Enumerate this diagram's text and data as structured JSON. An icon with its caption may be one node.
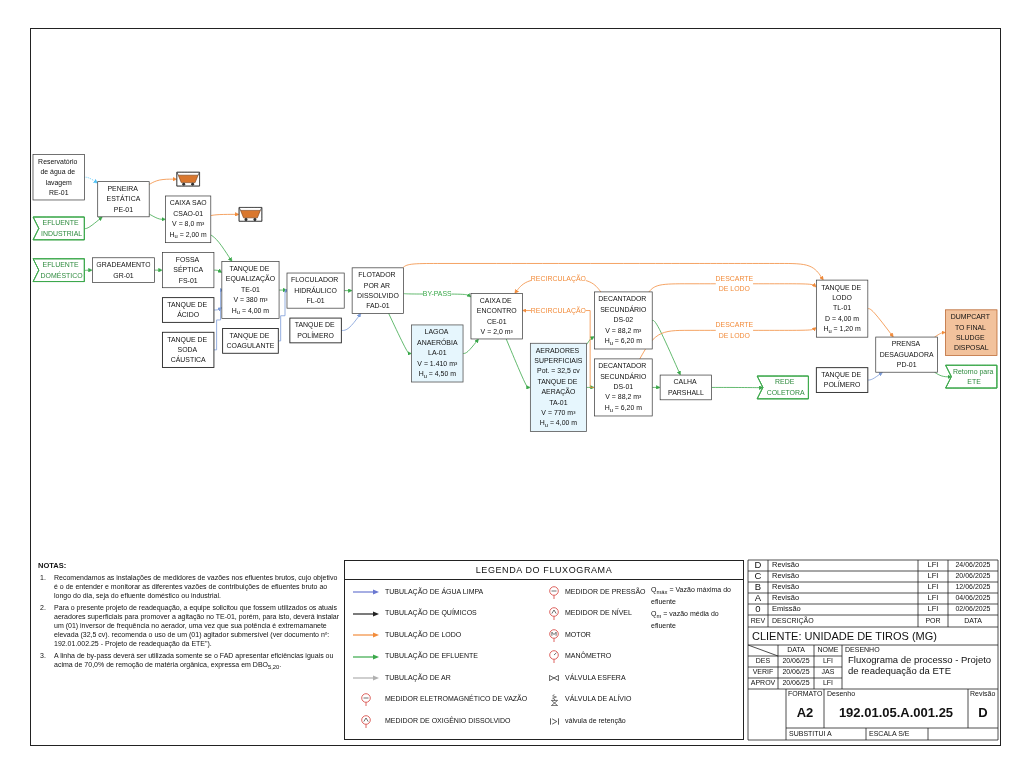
{
  "diagram": {
    "nodes": [
      {
        "text": [
          "EFLUENTE DOMÉSTICO"
        ]
      },
      {
        "text": [
          "GRADEAMENTO",
          "GR-01"
        ]
      },
      {
        "text": [
          "FOSSA SÉPTICA",
          "FS-01"
        ]
      },
      {
        "text": [
          "EFLUENTE INDUSTRIAL"
        ]
      },
      {
        "text": [
          "PENEIRA ESTÁTICA",
          "PE-01"
        ]
      },
      {
        "text": [
          "Reservatório de água de lavagem",
          "RE-01"
        ]
      },
      {
        "text": [],
        "shape": "picture"
      },
      {
        "text": [
          "CAIXA SAO",
          "CSAO-01",
          "V = 8,0 m³",
          "H$_{u}$ = 2,00 m"
        ]
      },
      {
        "text": [],
        "shape": "picture"
      },
      {
        "text": [
          "TANQUE DE ÁCIDO"
        ]
      },
      {
        "text": [
          "TANQUE DE SODA CÁUSTICA"
        ]
      },
      {
        "text": [
          "TANQUE DE EQUALIZAÇÃO",
          "TE-01",
          "V = 380 m³",
          "H$_{u}$ = 4,00 m"
        ]
      },
      {
        "text": [
          "FLOCULADOR HIDRÁULICO",
          "FL-01"
        ]
      },
      {
        "text": [
          "TANQUE DE COAGULANTE"
        ]
      },
      {
        "text": [
          "TANQUE DE POLÍMERO"
        ]
      },
      {
        "text": [
          "FLOTADOR POR AR DISSOLVIDO",
          "FAD-01"
        ]
      },
      {
        "text": [
          "LAGOA ANAERÓBIA",
          "LA-01",
          "V = 1.410 m³",
          "H$_{u}$ = 4,50 m"
        ]
      },
      {
        "text": [
          "CAIXA DE ENCONTRO",
          "CE-01",
          "V = 2,0 m³"
        ]
      },
      {
        "text": [
          "AERADORES SUPERFICIAIS",
          "Pot. = 32,5 cv",
          "TANQUE DE AERAÇÃO",
          "TA-01",
          "V = 770 m³",
          "H$_{u}$ = 4,00 m"
        ]
      },
      {
        "text": [
          "DECANTADOR SECUNDÁRIO",
          "DS-01",
          "V = 88,2 m³",
          "H$_{u}$ = 6,20 m"
        ]
      },
      {
        "text": [
          "CALHA PARSHALL"
        ]
      },
      {
        "text": [
          "REDE COLETORA"
        ]
      },
      {
        "text": [
          "PRENSA DESAGUADORA",
          "PD-01"
        ]
      },
      {
        "text": [
          "TANQUE DE LODO",
          "TL-01",
          "D = 4,00 m",
          "H$_{u}$ = 1,20 m"
        ]
      },
      {
        "text": [
          "Retorno para ETE"
        ]
      },
      {
        "text": [
          "DUMPCART TO FINAL SLUDGE DISPOSAL"
        ]
      },
      {
        "text": [
          "TANQUE DE POLÍMERO"
        ]
      },
      {
        "text": [
          "DECANTADOR SECUNDÁRIO",
          "DS-02",
          "V = 88,2 m³",
          "H$_{u}$ = 6,20 m"
        ]
      }
    ],
    "edges": [
      {
        "from": 0,
        "to": 1,
        "arrow": "to"
      },
      {
        "from": 1,
        "to": 2,
        "arrow": "to"
      },
      {
        "from": 2,
        "to": 11,
        "arrow": "to"
      },
      {
        "from": 3,
        "to": 4,
        "arrow": "to"
      },
      {
        "from": 5,
        "to": 4,
        "arrow": "to",
        "style": "dashed",
        "color": "#4fc3f7"
      },
      {
        "from": 4,
        "to": 7,
        "arrow": "to"
      },
      {
        "from": 4,
        "to": 6,
        "arrow": "to",
        "color": "#f28c3b"
      },
      {
        "from": 7,
        "to": 11,
        "arrow": "to"
      },
      {
        "from": 7,
        "to": 8,
        "arrow": "to",
        "color": "#f28c3b"
      },
      {
        "from": 9,
        "to": 11,
        "arrow": "to",
        "color": "#7b9bd8"
      },
      {
        "from": 10,
        "to": 11,
        "arrow": "to",
        "color": "#7b9bd8"
      },
      {
        "from": 11,
        "to": 12,
        "arrow": "to"
      },
      {
        "from": 13,
        "to": 12,
        "arrow": "to",
        "color": "#7b9bd8"
      },
      {
        "from": 14,
        "to": 15,
        "arrow": "to",
        "color": "#7b9bd8"
      },
      {
        "from": 12,
        "to": 15,
        "arrow": "to"
      },
      {
        "from": 15,
        "to": 16,
        "arrow": "to"
      },
      {
        "from": 15,
        "to": 17,
        "arrow": "to",
        "label": "BY-PASS"
      },
      {
        "from": 16,
        "to": 17,
        "arrow": "to"
      },
      {
        "from": 17,
        "to": 18,
        "arrow": "to"
      },
      {
        "from": 18,
        "to": 19,
        "arrow": "to"
      },
      {
        "from": 18,
        "to": 27,
        "arrow": "to"
      },
      {
        "from": 19,
        "to": 20,
        "arrow": "to"
      },
      {
        "from": 27,
        "to": 20,
        "arrow": "to"
      },
      {
        "from": 20,
        "to": 21,
        "arrow": "to"
      },
      {
        "from": 15,
        "to": 23,
        "arrow": "to",
        "color": "#f28c3b"
      },
      {
        "from": 19,
        "to": 17,
        "arrow": "to",
        "color": "#f28c3b",
        "label": "RECIRCULAÇÃO"
      },
      {
        "from": 27,
        "to": 17,
        "arrow": "to",
        "color": "#f28c3b",
        "label": "RECIRCULAÇÃO"
      },
      {
        "from": 19,
        "to": 23,
        "arrow": "to",
        "color": "#f28c3b",
        "label": "DESCARTE DE LODO"
      },
      {
        "from": 27,
        "to": 23,
        "arrow": "to",
        "color": "#f28c3b",
        "label": "DESCARTE DE LODO"
      },
      {
        "from": 23,
        "to": 22,
        "arrow": "to",
        "color": "#f28c3b"
      },
      {
        "from": 26,
        "to": 22,
        "arrow": "to",
        "color": "#7b9bd8"
      },
      {
        "from": 22,
        "to": 24,
        "arrow": "to"
      },
      {
        "from": 22,
        "to": 25,
        "arrow": "to",
        "color": "#f28c3b"
      }
    ],
    "labels": [
      "NOTAS:",
      "1.",
      "Recomendamos as instalações de medidores de vazões nos efluentes brutos, cujo objetivo é o de entender e monitorar as diferentes vazões de contribuições de efluentes bruto ao longo do dia, seja do efluente doméstico ou industrial.",
      "2.",
      "Para o presente projeto de readequação, a equipe solicitou que fossem utilizados os atuais aeradores superficiais para promover a agitação no TE-01, porém, para isto, deverá instalar um (01) inversor de frequência no aerador, uma vez que sua potência é extremamanete elevada (32,5 cv). recomenda o uso de um (01) agitador submersível (ver documento nº: 192.01.002.25 - Projeto de readequação da ETE\").",
      "3.",
      "A linha de by-pass deverá ser utilizada somente se o FAD apresentar eficiências iguais ou acima de 70,0% de remoção de matéria orgânica, expressa em DBO$_{5,20}$.",
      "LEGENDA DO FLUXOGRAMA",
      "Q$_{máx}$ = Vazão máxima do efluente",
      "Q$_{m}$ = vazão média do efluente",
      "D",
      "Revisão",
      "LFI",
      "24/06/2025",
      "C",
      "Revisão",
      "LFI",
      "20/06/2025",
      "B",
      "Revisão",
      "LFI",
      "12/06/2025",
      "A",
      "Revisão",
      "LFI",
      "04/06/2025",
      "0",
      "Emissão",
      "LFI",
      "02/06/2025",
      "REV",
      "DESCRIÇÃO",
      "POR",
      "DATA",
      "CLIENTE: UNIDADE DE TIROS (MG)",
      "DATA",
      "NOME",
      "DES",
      "20/06/25",
      "LFI",
      "VERIF",
      "20/06/25",
      "JAS",
      "APROV",
      "20/06/25",
      "LFI",
      "DESENHO",
      "Fluxograma de processo - Projeto de readequação da ETE",
      "FORMATO",
      "A2",
      "Desenho",
      "192.01.05.A.001.25",
      "Revisão",
      "D",
      "SUBSTITUI A",
      "ESCALA S/E"
    ],
    "legend": [
      {
        "text": "TUBULAÇÃO DE ÁGUA LIMPA"
      },
      {
        "text": "TUBULAÇÃO DE QUÍMICOS"
      },
      {
        "text": "TUBULAÇÃO DE LODO"
      },
      {
        "text": "TUBULAÇÃO DE EFLUENTE"
      },
      {
        "text": "TUBULAÇÃO DE AR"
      },
      {
        "text": "MEDIDOR ELETROMAGNÉTICO DE VAZÃO"
      },
      {
        "text": "MEDIDOR DE OXIGÊNIO DISSOLVIDO"
      },
      {
        "text": "MEDIDOR DE PRESSÃO"
      },
      {
        "text": "MEDIDOR DE NÍVEL"
      },
      {
        "text": "MOTOR"
      },
      {
        "text": "MANÔMETRO"
      },
      {
        "text": "VÁLVULA ESFERA"
      },
      {
        "text": "VÁLVULA DE ALÍVIO"
      },
      {
        "text": "válvula de retenção"
      }
    ]
  }
}
